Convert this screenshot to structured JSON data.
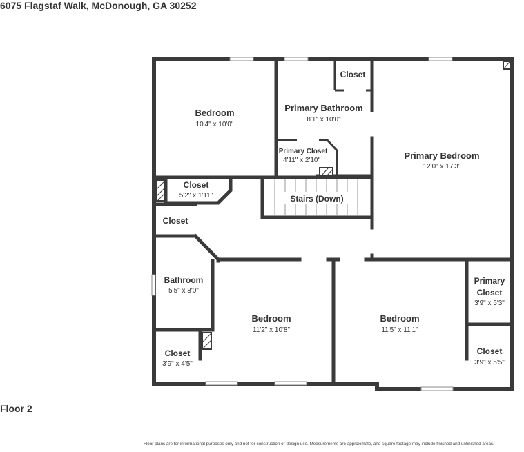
{
  "address": "6075 Flagstaf Walk, McDonough, GA 30252",
  "floor_label": "Floor 2",
  "disclaimer": "Floor plans are for informational purposes only and not for construction or design use. Measurements are approximate, and square footage may include finished and unfinished areas.",
  "rooms": {
    "bedroom_nw": {
      "name": "Bedroom",
      "dims": "10'4\" x 10'0\""
    },
    "primary_bathroom": {
      "name": "Primary Bathroom",
      "dims": "8'1\" x 10'0\""
    },
    "closet_top": {
      "name": "Closet"
    },
    "primary_closet_small": {
      "name": "Primary Closet",
      "dims": "4'11\" x 2'10\""
    },
    "primary_bedroom": {
      "name": "Primary Bedroom",
      "dims": "12'0\" x 17'3\""
    },
    "closet_hall": {
      "name": "Closet",
      "dims": "5'2\" x 1'11\""
    },
    "stairs": {
      "name": "Stairs (Down)"
    },
    "closet_left": {
      "name": "Closet"
    },
    "bathroom": {
      "name": "Bathroom",
      "dims": "5'5\" x 8'0\""
    },
    "closet_sw": {
      "name": "Closet",
      "dims": "3'9\" x 4'5\""
    },
    "bedroom_center": {
      "name": "Bedroom",
      "dims": "11'2\" x 10'8\""
    },
    "bedroom_se": {
      "name": "Bedroom",
      "dims": "11'5\" x 11'1\""
    },
    "primary_closet": {
      "name_line1": "Primary",
      "name_line2": "Closet",
      "dims": "3'9\" x 5'3\""
    },
    "closet_se": {
      "name": "Closet",
      "dims": "3'9\" x 5'5\""
    }
  }
}
